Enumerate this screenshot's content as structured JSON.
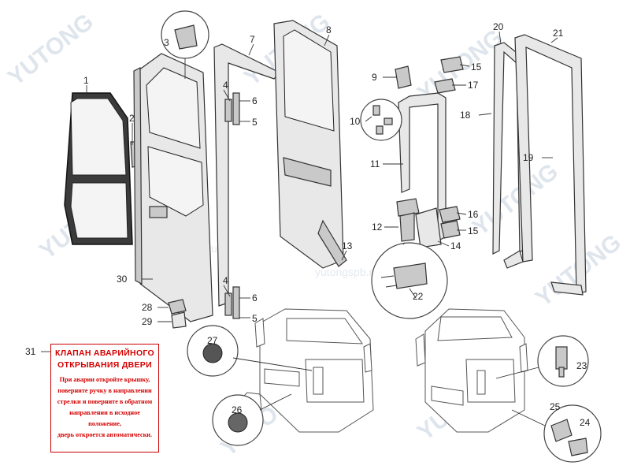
{
  "watermark": {
    "brand": "YUTONG",
    "site": "yutongspb.ru"
  },
  "sign": {
    "title_line1": "КЛАПАН АВАРИЙНОГО",
    "title_line2": "ОТКРЫВАНИЯ ДВЕРИ",
    "body_line1": "При аварии откройте крышку,",
    "body_line2": "поверните ручку в направлении",
    "body_line3": "стрелки и поверните в обратном",
    "body_line4": "направлении в исходное",
    "body_line5": "положение,",
    "body_line6": "дверь откроется автоматически."
  },
  "callouts": {
    "c1": "1",
    "c2": "2",
    "c3": "3",
    "c4a": "4",
    "c4b": "4",
    "c5a": "5",
    "c5b": "5",
    "c6a": "6",
    "c6b": "6",
    "c7": "7",
    "c8": "8",
    "c9": "9",
    "c10": "10",
    "c11": "11",
    "c12": "12",
    "c13": "13",
    "c14": "14",
    "c15a": "15",
    "c15b": "15",
    "c16": "16",
    "c17": "17",
    "c18": "18",
    "c19": "19",
    "c20": "20",
    "c21": "21",
    "c22": "22",
    "c23": "23",
    "c24": "24",
    "c25": "25",
    "c26": "26",
    "c27": "27",
    "c28": "28",
    "c29": "29",
    "c30": "30",
    "c31": "31"
  }
}
